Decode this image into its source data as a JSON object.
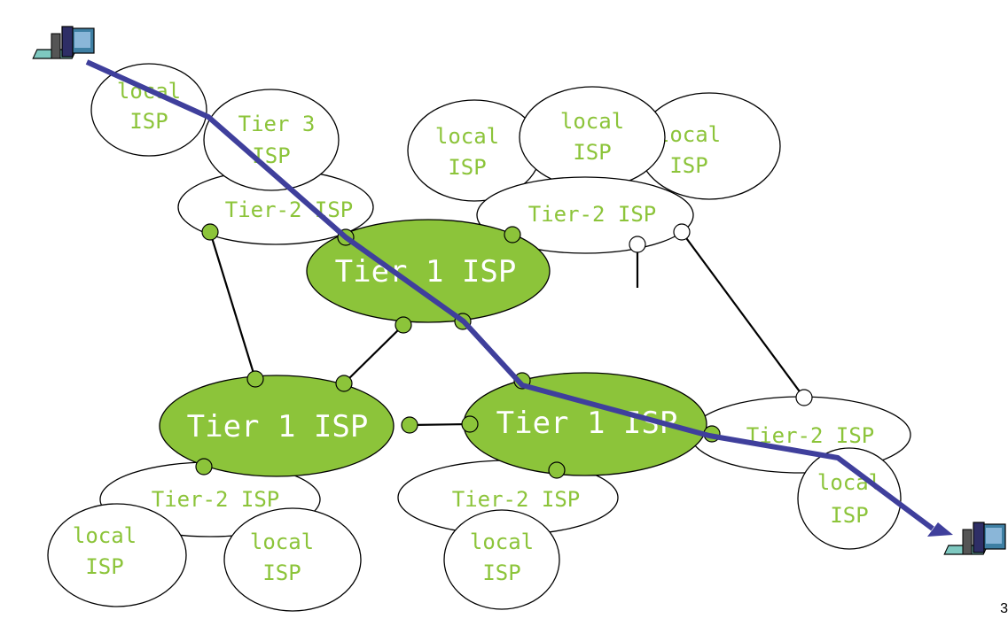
{
  "labels": {
    "local_isp_line1": "local",
    "local_isp_line2": "ISP",
    "tier3_line1": "Tier 3",
    "tier3_line2": "ISP",
    "tier2": "Tier-2 ISP",
    "tier1": "Tier 1 ISP"
  },
  "page_number": "3",
  "colors": {
    "green": "#8cc43a",
    "path": "#3f3f9c"
  },
  "icons": {
    "source": "computer-icon",
    "destination": "computer-icon"
  }
}
